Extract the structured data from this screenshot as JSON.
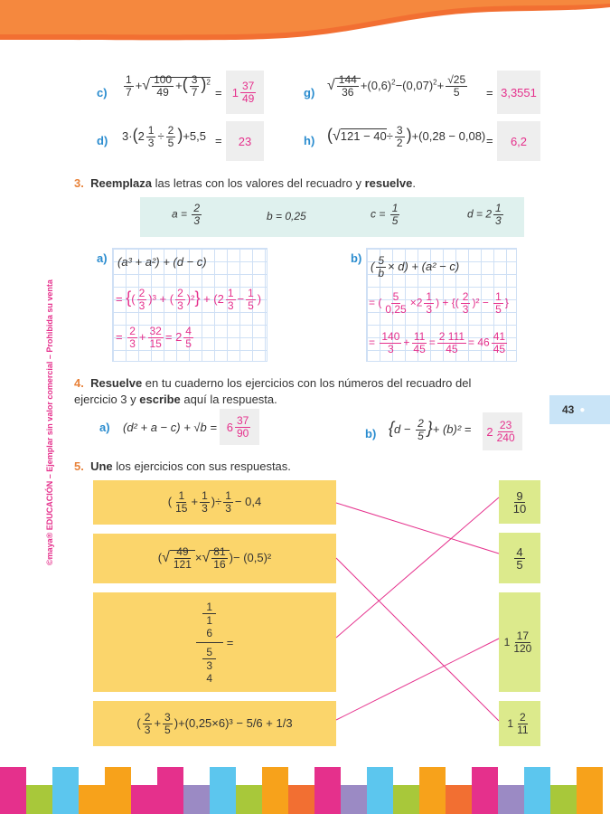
{
  "page_number": "43",
  "side_text": "©maya® EDUCACIÓN – Ejemplar sin valor comercial – Prohibida su venta",
  "ex_c": {
    "label": "c)",
    "eq": "=",
    "answer_whole": "1",
    "answer_num": "37",
    "answer_den": "49"
  },
  "ex_d": {
    "label": "d)",
    "expr_tail": "+5,5",
    "eq": "=",
    "answer": "23"
  },
  "ex_g": {
    "label": "g)",
    "eq": "=",
    "answer": "3,3551"
  },
  "ex_h": {
    "label": "h)",
    "expr": "+(0,28 − 0,08)",
    "eq": "=",
    "answer": "6,2"
  },
  "section3": {
    "number": "3.",
    "bold1": "Reemplaza",
    "text1": " las letras con los valores del recuadro y ",
    "bold2": "resuelve",
    "text2": ".",
    "values": {
      "a_lhs": "a =",
      "a_num": "2",
      "a_den": "3",
      "b": "b = 0,25",
      "c_lhs": "c =",
      "c_num": "1",
      "c_den": "5",
      "d_lhs": "d = 2",
      "d_num": "1",
      "d_den": "3"
    },
    "a": {
      "label": "a)",
      "line1": "(a³ + a²) + (d − c)",
      "line3_tail": "= 2"
    },
    "b": {
      "label": "b)",
      "line1_tail": "× d) + (a² − c)",
      "line3": "="
    }
  },
  "section4": {
    "number": "4.",
    "bold1": "Resuelve",
    "text1": " en tu cuaderno los ejercicios con los números del recuadro del ejercicio 3 y ",
    "bold2": "escribe",
    "text2": " aquí la respuesta.",
    "a": {
      "label": "a)",
      "expr": "(d² + a − c) + √b =",
      "answer_whole": "6",
      "answer_num": "37",
      "answer_den": "90"
    },
    "b": {
      "label": "b)",
      "expr_tail": "+ (b)² =",
      "answer_whole": "2",
      "answer_num": "23",
      "answer_den": "240"
    }
  },
  "section5": {
    "number": "5.",
    "bold1": "Une",
    "text1": " los ejercicios con sus respuestas.",
    "left": [
      "− 0,4",
      "− (0,5)²",
      "=",
      "− 5/6 + 1/3"
    ],
    "right": [
      {
        "num": "9",
        "den": "10",
        "whole": ""
      },
      {
        "num": "4",
        "den": "5",
        "whole": ""
      },
      {
        "num": "17",
        "den": "120",
        "whole": "1"
      },
      {
        "num": "2",
        "den": "11",
        "whole": "1"
      }
    ]
  },
  "colors": {
    "accent_blue": "#2a8ccf",
    "accent_pink": "#e5308c",
    "accent_orange": "#e8823a",
    "yellow_box": "#fbd56b",
    "green_box": "#dcea8c"
  }
}
